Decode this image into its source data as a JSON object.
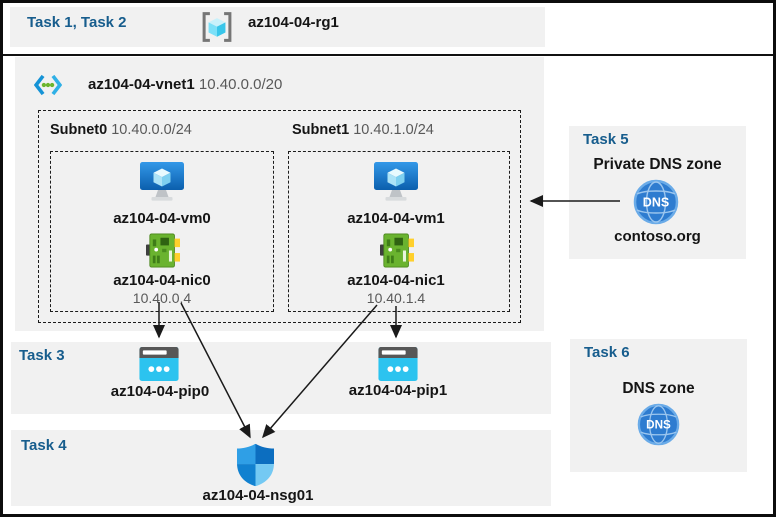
{
  "header": {
    "tasks": "Task 1, Task 2",
    "resource_group": "az104-04-rg1"
  },
  "vnet": {
    "name": "az104-04-vnet1",
    "cidr": "10.40.0.0/20"
  },
  "subnets": [
    {
      "name": "Subnet0",
      "cidr": "10.40.0.0/24",
      "vm": "az104-04-vm0",
      "nic": "az104-04-nic0",
      "nic_ip": "10.40.0.4"
    },
    {
      "name": "Subnet1",
      "cidr": "10.40.1.0/24",
      "vm": "az104-04-vm1",
      "nic": "az104-04-nic1",
      "nic_ip": "10.40.1.4"
    }
  ],
  "task3": {
    "label": "Task 3",
    "pips": [
      "az104-04-pip0",
      "az104-04-pip1"
    ]
  },
  "task4": {
    "label": "Task 4",
    "nsg": "az104-04-nsg01"
  },
  "task5": {
    "label": "Task 5",
    "title": "Private DNS zone",
    "zone_name": "contoso.org",
    "dns_badge": "DNS"
  },
  "task6": {
    "label": "Task 6",
    "title": "DNS zone",
    "dns_badge": "DNS"
  },
  "colors": {
    "task_label": "#175d8d",
    "panel_fill": "#f1f1f1",
    "arrow": "#1a1a1a",
    "dns_circle": "#2e7cd0",
    "pip_body": "#2cc3ef",
    "nic_body": "#6ab32f",
    "vm_screen": "#0b5fad",
    "shield_blues": [
      "#2f9fe6",
      "#0c6ec0",
      "#1181d0",
      "#74c9f3"
    ]
  }
}
